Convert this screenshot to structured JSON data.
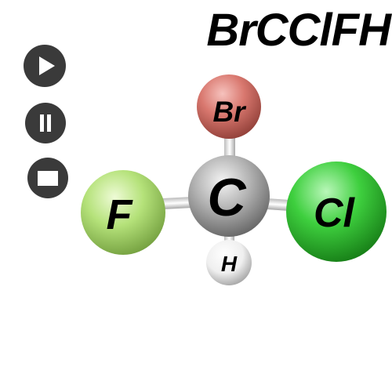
{
  "title": "BrCClFH",
  "controls": {
    "play": {
      "icon": "play-icon"
    },
    "pause": {
      "icon": "pause-icon"
    },
    "stop": {
      "icon": "stop-icon"
    }
  },
  "atoms": {
    "br": {
      "label": "Br",
      "color": "#d9786f"
    },
    "c": {
      "label": "C",
      "color": "#a9a9a9"
    },
    "f": {
      "label": "F",
      "color": "#b5e27a"
    },
    "cl": {
      "label": "Cl",
      "color": "#3ecf3e"
    },
    "h": {
      "label": "H",
      "color": "#f2f2f2"
    }
  },
  "colors": {
    "control_bg": "#3a3a3a",
    "control_fg": "#ffffff",
    "bond": "#e6e6e6"
  }
}
